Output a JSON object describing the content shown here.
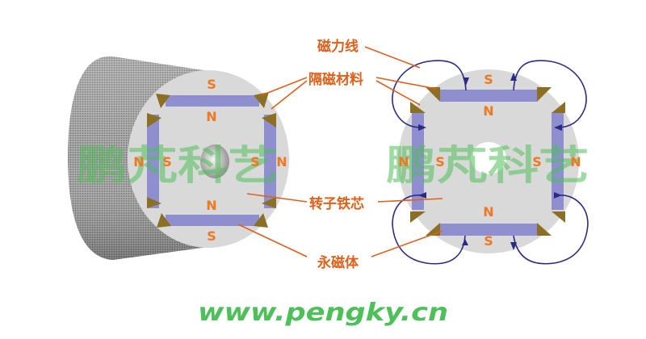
{
  "labels": {
    "flux_line": "磁力线",
    "isolation_material": "隔磁材料",
    "rotor_core": "转子铁芯",
    "permanent_magnet": "永磁体"
  },
  "poles": {
    "north": "N",
    "south": "S"
  },
  "watermark": "鹏芃科艺",
  "website": "www.pengky.cn",
  "colors": {
    "label_orange": "#e0601a",
    "pole_letter": "#f07820",
    "magnet_blue": "#8f8fd0",
    "core_gray": "#d9d9d9",
    "isolation_olive": "#8a6f24",
    "flux_line_navy": "#2a2a86",
    "watermark_green": "#4ec05a"
  }
}
